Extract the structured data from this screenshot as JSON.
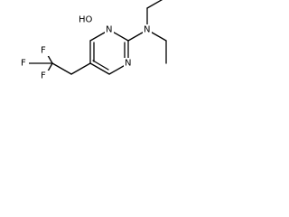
{
  "structure": {
    "atoms": {
      "oh": "HO",
      "n3": "N",
      "n1": "N",
      "amine_n": "N",
      "f1": "F",
      "f2": "F",
      "f3": "F"
    }
  }
}
